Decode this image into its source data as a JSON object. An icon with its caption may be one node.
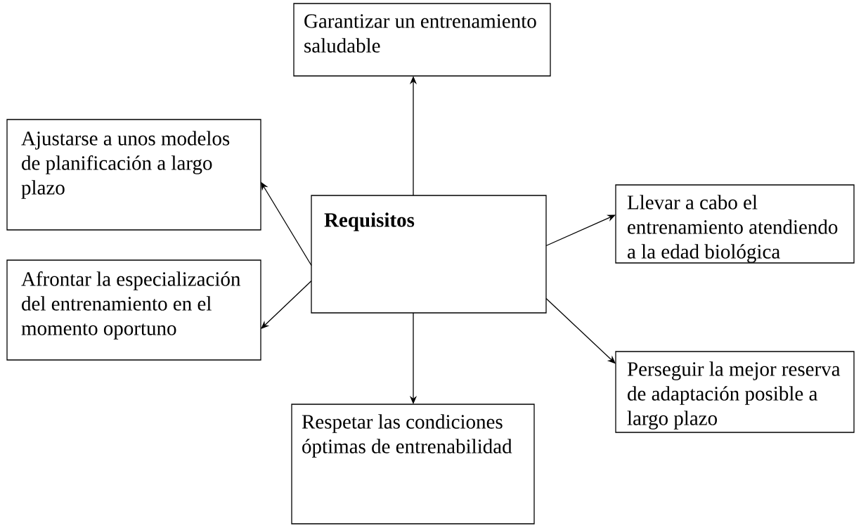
{
  "diagram": {
    "nodes": [
      {
        "text": [
          "Garantizar un entrenamiento saludable"
        ]
      },
      {
        "text": [
          "Ajustarse a unos modelos de planificación a largo plazo"
        ]
      },
      {
        "text": [
          "Requisitos"
        ]
      },
      {
        "text": [
          "Llevar a cabo el entrenamiento atendiendo a la edad biológica"
        ]
      },
      {
        "text": [
          "Afrontar la especialización del entrenamiento en el momento oportuno"
        ]
      },
      {
        "text": [
          "Perseguir la mejor reserva de adaptación posible a largo plazo"
        ]
      },
      {
        "text": [
          "Respetar las condiciones óptimas de entrenabilidad"
        ]
      }
    ],
    "edges": [
      {
        "from": 2,
        "to": 0,
        "arrow": "to"
      },
      {
        "from": 2,
        "to": 1,
        "arrow": "to"
      },
      {
        "from": 2,
        "to": 3,
        "arrow": "to"
      },
      {
        "from": 2,
        "to": 4,
        "arrow": "to"
      },
      {
        "from": 2,
        "to": 5,
        "arrow": "to"
      },
      {
        "from": 2,
        "to": 6,
        "arrow": "to"
      }
    ]
  }
}
